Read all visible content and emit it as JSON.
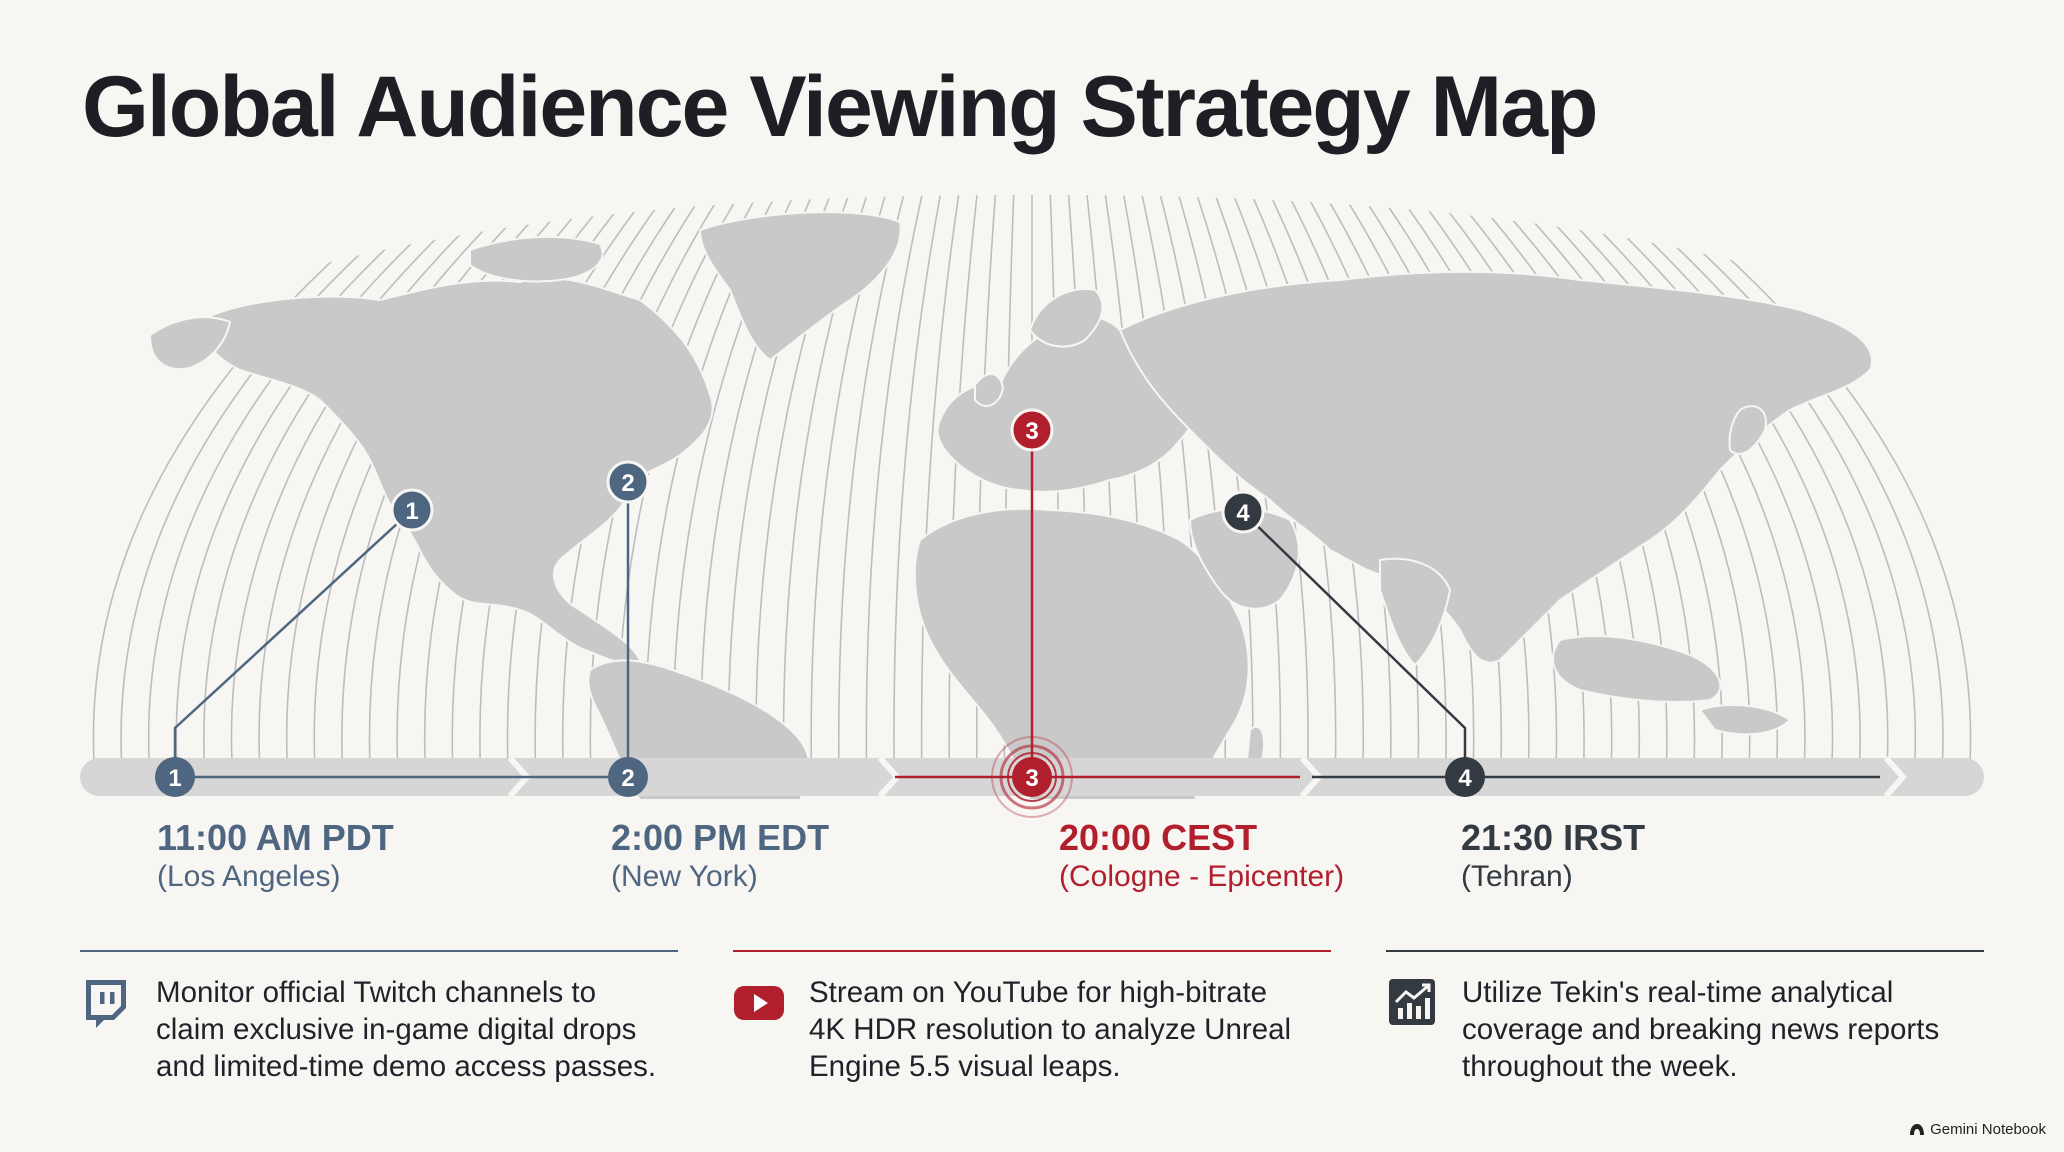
{
  "title": "Global Audience Viewing Strategy Map",
  "colors": {
    "background": "#f7f6f3",
    "land": "#c9c9c9",
    "graticule": "#bdbdbd",
    "timeline": "#d6d6d6",
    "slate_blue": "#4f6680",
    "crimson": "#b11f2d",
    "charcoal": "#343a42"
  },
  "map": {
    "markers": [
      {
        "number": "1",
        "region": "North America west coast"
      },
      {
        "number": "2",
        "region": "North America east coast"
      },
      {
        "number": "3",
        "region": "Central Europe"
      },
      {
        "number": "4",
        "region": "Iran"
      }
    ]
  },
  "timeline": [
    {
      "number": "1",
      "time": "11:00 AM PDT",
      "city": "(Los Angeles)",
      "color": "#4f6680"
    },
    {
      "number": "2",
      "time": "2:00 PM EDT",
      "city": "(New York)",
      "color": "#4f6680"
    },
    {
      "number": "3",
      "time": "20:00 CEST",
      "city": "(Cologne - Epicenter)",
      "color": "#b11f2d"
    },
    {
      "number": "4",
      "time": "21:30 IRST",
      "city": "(Tehran)",
      "color": "#343a42"
    }
  ],
  "strategies": [
    {
      "icon": "twitch-icon",
      "text": "Monitor official Twitch channels to\nclaim exclusive in-game digital drops\nand limited-time demo access passes.",
      "color": "#4f6680"
    },
    {
      "icon": "youtube-icon",
      "text": "Stream on YouTube for high-bitrate\n4K HDR resolution to analyze Unreal\nEngine 5.5 visual leaps.",
      "color": "#b11f2d"
    },
    {
      "icon": "analytics-chart-icon",
      "text": "Utilize Tekin's real-time analytical\ncoverage and breaking news reports\nthroughout the week.",
      "color": "#343a42"
    }
  ],
  "brand": {
    "label": "Gemini Notebook",
    "icon": "gemini-logo-icon"
  }
}
